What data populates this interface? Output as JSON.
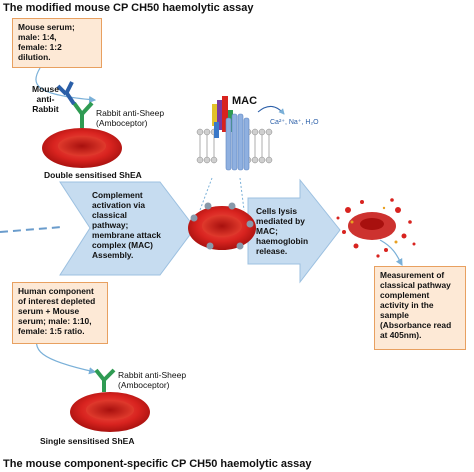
{
  "titles": {
    "top": "The modified mouse CP CH50 haemolytic assay",
    "bottom": "The mouse component-specific CP CH50 haemolytic assay"
  },
  "boxes": {
    "mouse_serum": [
      "Mouse serum;",
      "male: 1:4,",
      "female: 1:2",
      "dilution."
    ],
    "human_component": [
      "Human component",
      "of interest depleted",
      "serum + Mouse",
      "serum; male: 1:10,",
      "female: 1:5 ratio."
    ],
    "measurement": [
      "Measurement of",
      "classical pathway",
      "complement",
      "activity in the",
      "sample",
      "(Absorbance read",
      "at 405nm)."
    ]
  },
  "arrows": {
    "complement": [
      "Complement",
      "activation via",
      "classical",
      "pathway;",
      "membrane attack",
      "complex (MAC)",
      "Assembly."
    ],
    "lysis": [
      "Cells lysis",
      "mediated by",
      "MAC;",
      "haemoglobin",
      "release."
    ]
  },
  "labels": {
    "mouse_anti_rabbit": [
      "Mouse",
      "anti-",
      "Rabbit"
    ],
    "rabbit_anti_sheep_top": [
      "Rabbit anti-Sheep",
      "(Amboceptor)"
    ],
    "double_sensitised": "Double sensitised  ShEA",
    "rabbit_anti_sheep_bottom": [
      "Rabbit anti-Sheep",
      "(Amboceptor)"
    ],
    "single_sensitised": "Single sensitised  ShEA",
    "mac": "MAC",
    "ions": "Ca²⁺, Na⁺, H₂O"
  },
  "colors": {
    "box_fill": "#fde9d6",
    "box_border": "#e8a060",
    "arrow_fill": "#c6dcf0",
    "rbc": "#d8231f",
    "antibody_blue": "#2b5fa8",
    "antibody_green": "#2f9b53"
  }
}
